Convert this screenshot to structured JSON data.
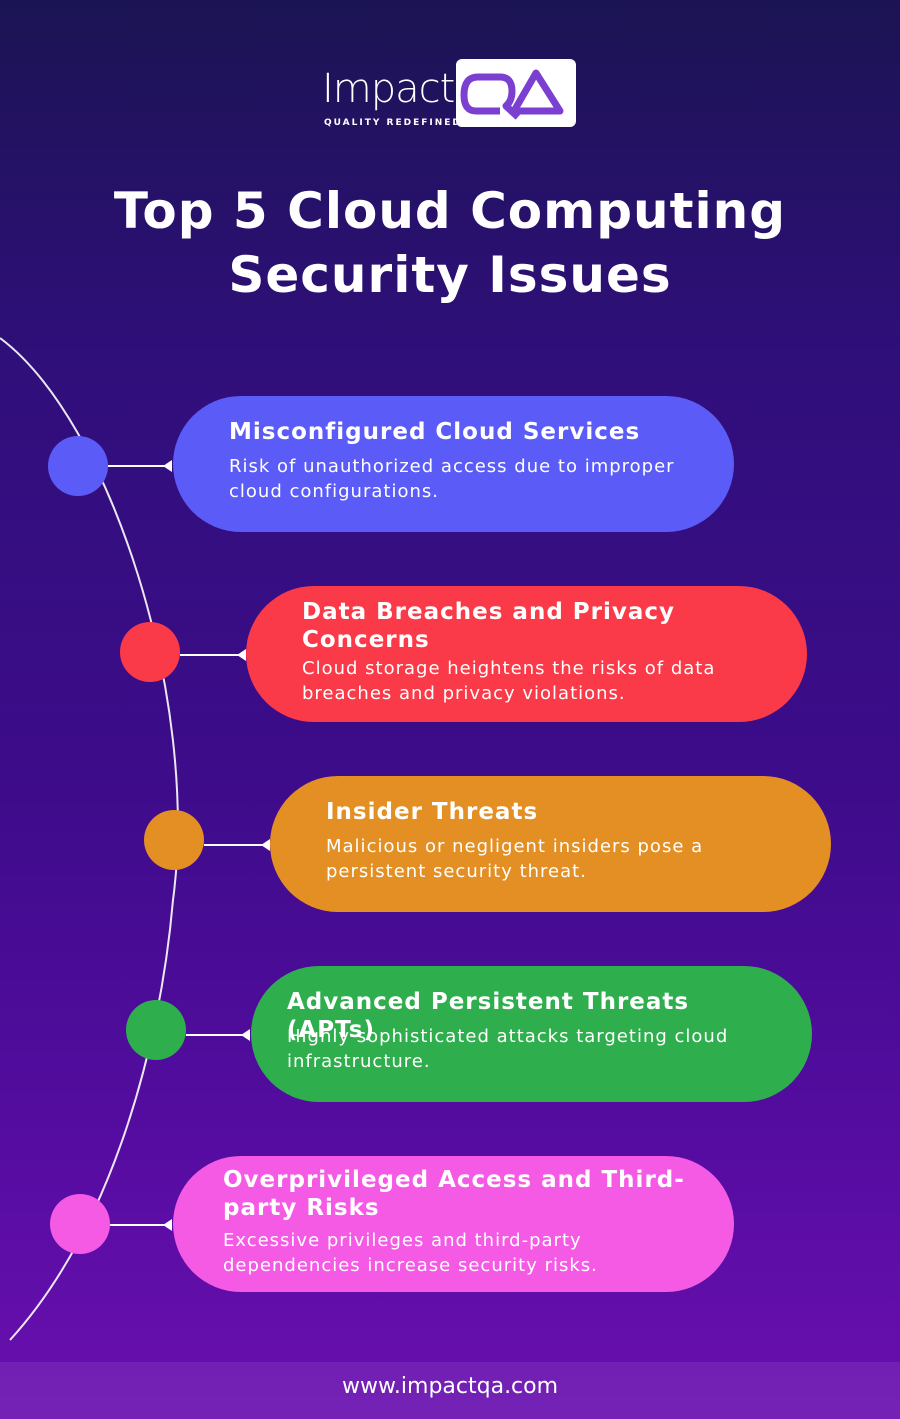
{
  "logo": {
    "word": "Impact",
    "mark": "QA",
    "tagline": "QUALITY REDEFINED"
  },
  "title": {
    "line1": "Top 5 Cloud Computing",
    "line2": "Security Issues"
  },
  "items": [
    {
      "title": "Misconfigured Cloud Services",
      "description": "Risk of unauthorized access due to improper cloud configurations.",
      "color": "#5b5cf7"
    },
    {
      "title": "Data Breaches and Privacy Concerns",
      "description": "Cloud storage heightens the risks of data breaches and privacy violations.",
      "color": "#fa3a48"
    },
    {
      "title": "Insider Threats",
      "description": "Malicious or negligent insiders pose a persistent security threat.",
      "color": "#e38f24"
    },
    {
      "title": "Advanced Persistent Threats (APTs)",
      "description": "Highly sophisticated attacks targeting cloud infrastructure.",
      "color": "#2fae4e"
    },
    {
      "title": "Overprivileged Access and Third-party Risks",
      "description": "Excessive privileges and third-party dependencies increase security risks.",
      "color": "#f55ae5"
    }
  ],
  "colors": {
    "logo_mark": "#7b3fd1"
  },
  "footer": {
    "url": "www.impactqa.com"
  }
}
